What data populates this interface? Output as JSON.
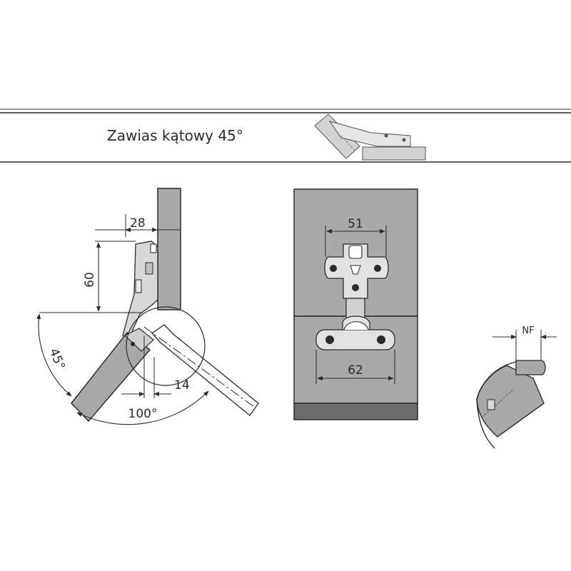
{
  "header": {
    "title": "Zawias kątowy 45°"
  },
  "side_view": {
    "dim_top": "28",
    "dim_vertical": "60",
    "dim_angle": "45°",
    "dim_bottom": "14",
    "dim_opening": "100°"
  },
  "front_view": {
    "dim_top": "51",
    "dim_bottom": "62"
  },
  "detail_view": {
    "dim_nf": "NF"
  },
  "colors": {
    "panel": "#a9a9a9",
    "panel_dark": "#6b6b6b",
    "line": "#2a2a2a",
    "hinge": "#d8d8d8"
  }
}
